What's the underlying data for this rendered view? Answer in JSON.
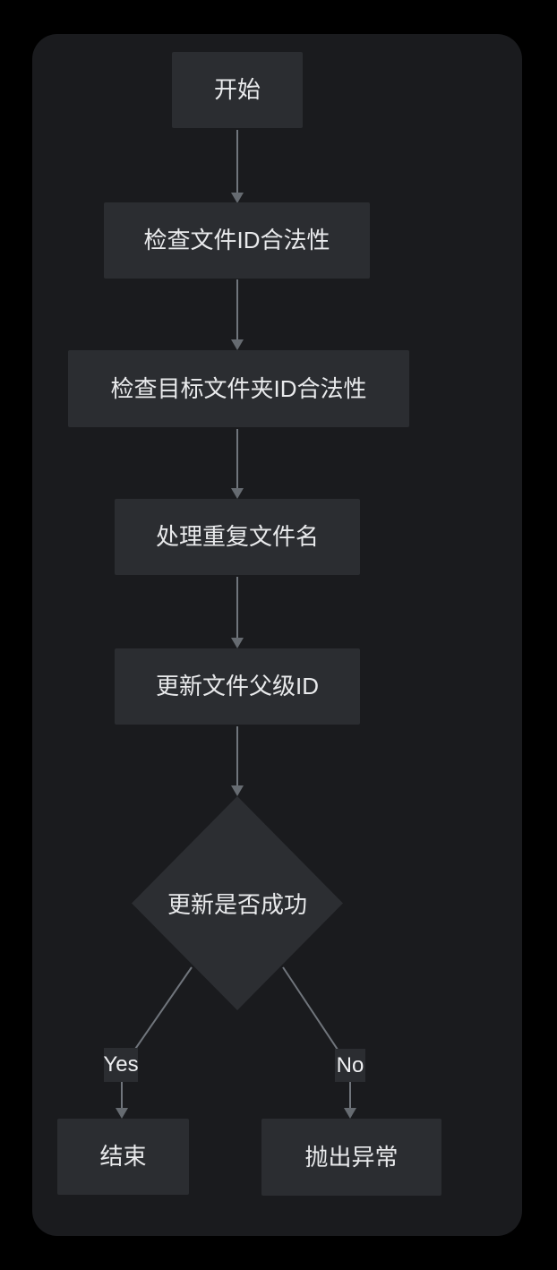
{
  "diagram": {
    "type": "flowchart",
    "direction": "top-down",
    "nodes": [
      {
        "id": "start",
        "shape": "rect",
        "label": "开始"
      },
      {
        "id": "check-file-id",
        "shape": "rect",
        "label": "检查文件ID合法性"
      },
      {
        "id": "check-folder-id",
        "shape": "rect",
        "label": "检查目标文件夹ID合法性"
      },
      {
        "id": "handle-duplicate",
        "shape": "rect",
        "label": "处理重复文件名"
      },
      {
        "id": "update-parent-id",
        "shape": "rect",
        "label": "更新文件父级ID"
      },
      {
        "id": "update-success",
        "shape": "diamond",
        "label": "更新是否成功"
      },
      {
        "id": "end",
        "shape": "rect",
        "label": "结束"
      },
      {
        "id": "throw-exception",
        "shape": "rect",
        "label": "抛出异常"
      }
    ],
    "edges": [
      {
        "from": "start",
        "to": "check-file-id",
        "label": ""
      },
      {
        "from": "check-file-id",
        "to": "check-folder-id",
        "label": ""
      },
      {
        "from": "check-folder-id",
        "to": "handle-duplicate",
        "label": ""
      },
      {
        "from": "handle-duplicate",
        "to": "update-parent-id",
        "label": ""
      },
      {
        "from": "update-parent-id",
        "to": "update-success",
        "label": ""
      },
      {
        "from": "update-success",
        "to": "end",
        "label": "Yes"
      },
      {
        "from": "update-success",
        "to": "throw-exception",
        "label": "No"
      }
    ],
    "edge_labels": {
      "yes": "Yes",
      "no": "No"
    },
    "colors": {
      "page_background": "#000000",
      "canvas_background": "#1a1b1e",
      "node_fill": "#2b2d31",
      "node_text": "#e9eaec",
      "edge_line": "#70757c",
      "arrowhead": "#666b71"
    }
  }
}
